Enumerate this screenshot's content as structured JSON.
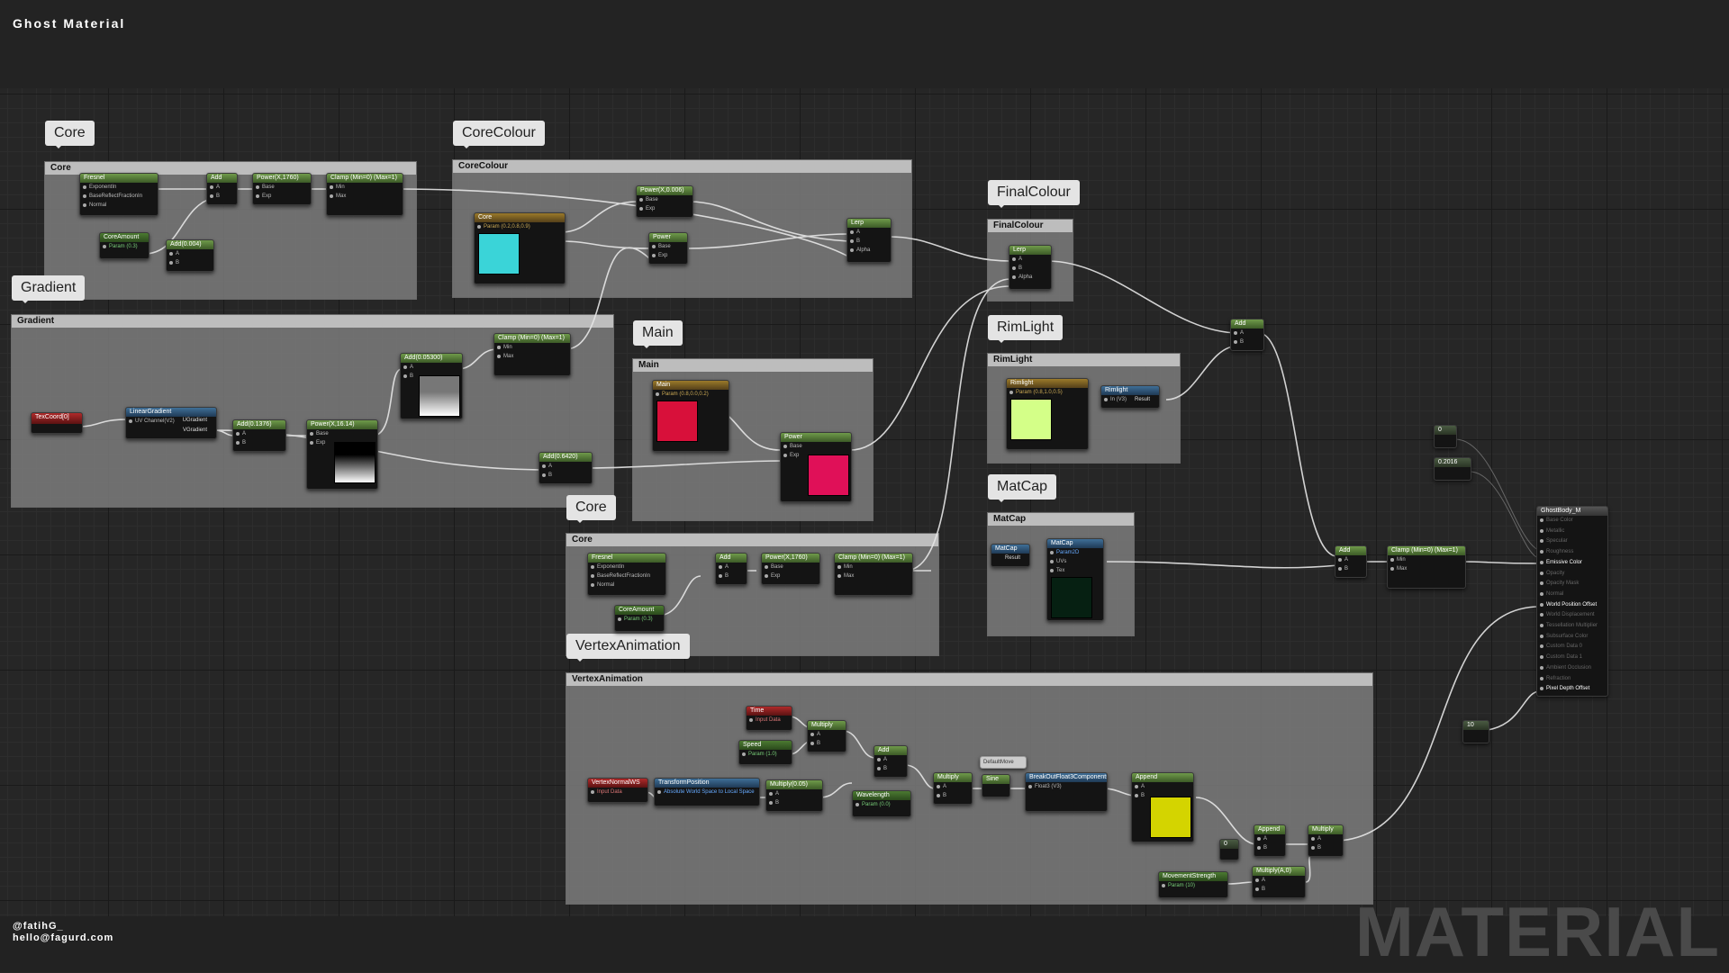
{
  "header": {
    "title": "Ghost Material"
  },
  "footer": {
    "handle": "@fatihG_",
    "email": "hello@fagurd.com"
  },
  "watermark": "MATERIAL",
  "comments": {
    "core1": {
      "bubble": "Core",
      "head": "Core"
    },
    "corecolour": {
      "bubble": "CoreColour",
      "head": "CoreColour"
    },
    "finalcolour": {
      "bubble": "FinalColour",
      "head": "FinalColour"
    },
    "gradient": {
      "bubble": "Gradient",
      "head": "Gradient"
    },
    "main": {
      "bubble": "Main",
      "head": "Main"
    },
    "rimlight": {
      "bubble": "RimLight",
      "head": "RimLight"
    },
    "matcap": {
      "bubble": "MatCap",
      "head": "MatCap"
    },
    "core2": {
      "bubble": "Core",
      "head": "Core"
    },
    "vertex": {
      "bubble": "VertexAnimation",
      "head": "VertexAnimation"
    }
  },
  "nodes": {
    "fresnel1": {
      "title": "Fresnel",
      "pins": [
        "ExponentIn",
        "BaseReflectFractionIn",
        "Normal"
      ]
    },
    "add1": {
      "title": "Add",
      "pins": [
        "A",
        "B"
      ]
    },
    "power1": {
      "title": "Power(X,1760)",
      "pins": [
        "Base",
        "Exp"
      ]
    },
    "clamp1": {
      "title": "Clamp (Min=0) (Max=1)",
      "pins": [
        "",
        "Min",
        "Max"
      ]
    },
    "coreamount1": {
      "title": "CoreAmount",
      "sub": "Param (0.3)"
    },
    "add_004": {
      "title": "Add(0.004)",
      "pins": [
        "A",
        "B"
      ]
    },
    "core_vec": {
      "title": "Core",
      "sub": "Param (0.2,0.8,0.9)"
    },
    "power_0006": {
      "title": "Power(X,0.006)",
      "pins": [
        "Base",
        "Exp"
      ]
    },
    "power2": {
      "title": "Power",
      "pins": [
        "Base",
        "Exp"
      ]
    },
    "lerp1": {
      "title": "Lerp",
      "pins": [
        "A",
        "B",
        "Alpha"
      ]
    },
    "lerp2": {
      "title": "Lerp",
      "pins": [
        "A",
        "B",
        "Alpha"
      ]
    },
    "texcoord": {
      "title": "TexCoord[0]"
    },
    "lineargradient": {
      "title": "LinearGradient",
      "pins": [
        "UV Channel(V2)"
      ],
      "outs": [
        "UGradient",
        "VGradient"
      ]
    },
    "add_1376": {
      "title": "Add(0.1376)",
      "pins": [
        "A",
        "B"
      ]
    },
    "power_1614": {
      "title": "Power(X,16.14)",
      "pins": [
        "Base",
        "Exp"
      ]
    },
    "add_05300": {
      "title": "Add(0.05300)",
      "pins": [
        "A",
        "B"
      ]
    },
    "clamp2": {
      "title": "Clamp (Min=0) (Max=1)",
      "pins": [
        "",
        "Min",
        "Max"
      ]
    },
    "add_0_6420": {
      "title": "Add(0.6420)",
      "pins": [
        "A",
        "B"
      ]
    },
    "main_vec": {
      "title": "Main",
      "sub": "Param (0.8,0.0,0.2)"
    },
    "power3": {
      "title": "Power",
      "pins": [
        "Base",
        "Exp"
      ]
    },
    "rimlight_vec": {
      "title": "Rimlight",
      "sub": "Param (0.8,1.0,0.5)"
    },
    "rimlight_fn": {
      "title": "Rimlight",
      "pins": [
        "In (V3)"
      ],
      "outs": [
        "Result"
      ]
    },
    "matcap_fn": {
      "title": "MatCap",
      "outs": [
        "Result"
      ]
    },
    "matcap_tex": {
      "title": "MatCap",
      "sub": "Param2D",
      "pins": [
        "UVs",
        "Tex"
      ]
    },
    "add_final": {
      "title": "Add",
      "pins": [
        "A",
        "B"
      ]
    },
    "add_mid": {
      "title": "Add",
      "pins": [
        "A",
        "B"
      ]
    },
    "clamp3": {
      "title": "Clamp (Min=0) (Max=1)",
      "pins": [
        "",
        "Min",
        "Max"
      ]
    },
    "const0": {
      "title": "0"
    },
    "const_0_2016": {
      "title": "0.2016"
    },
    "const10": {
      "title": "10"
    },
    "fresnel2": {
      "title": "Fresnel",
      "pins": [
        "ExponentIn",
        "BaseReflectFractionIn",
        "Normal"
      ]
    },
    "add2": {
      "title": "Add",
      "pins": [
        "A",
        "B"
      ]
    },
    "power4": {
      "title": "Power(X,1760)",
      "pins": [
        "Base",
        "Exp"
      ]
    },
    "clamp4": {
      "title": "Clamp (Min=0) (Max=1)",
      "pins": [
        "",
        "Min",
        "Max"
      ]
    },
    "coreamount2": {
      "title": "CoreAmount",
      "sub": "Param (0.3)"
    },
    "time": {
      "title": "Time",
      "sub": "Input Data"
    },
    "speed": {
      "title": "Speed",
      "sub": "Param (1.0)"
    },
    "multiply1": {
      "title": "Multiply",
      "pins": [
        "A",
        "B"
      ]
    },
    "add3": {
      "title": "Add",
      "pins": [
        "A",
        "B"
      ]
    },
    "vertexnormal": {
      "title": "VertexNormalWS",
      "sub": "Input Data"
    },
    "transform": {
      "title": "TransformPosition",
      "sub": "Absolute World Space to Local Space"
    },
    "multiply_005": {
      "title": "Multiply(0.05)",
      "pins": [
        "A",
        "B"
      ]
    },
    "wavelength": {
      "title": "Wavelength",
      "sub": "Param (0.0)"
    },
    "multiply2": {
      "title": "Multiply",
      "pins": [
        "A",
        "B"
      ]
    },
    "sine": {
      "title": "Sine"
    },
    "defaultmove": {
      "title": "DefaultMove"
    },
    "breakout": {
      "title": "BreakOutFloat3Components",
      "pins": [
        "Float3 (V3)"
      ]
    },
    "append1": {
      "title": "Append",
      "pins": [
        "A",
        "B"
      ]
    },
    "append2": {
      "title": "Append",
      "pins": [
        "A",
        "B"
      ]
    },
    "multiply3": {
      "title": "Multiply",
      "pins": [
        "A",
        "B"
      ]
    },
    "const0b": {
      "title": "0"
    },
    "multiply_a0": {
      "title": "Multiply(A,0)",
      "pins": [
        "A",
        "B"
      ]
    },
    "movement": {
      "title": "MovementStrength",
      "sub": "Param (10)"
    }
  },
  "result_node": {
    "title": "GhostBody_M",
    "pins": [
      "Base Color",
      "Metallic",
      "Specular",
      "Roughness",
      "Emissive Color",
      "Opacity",
      "Opacity Mask",
      "Normal",
      "World Position Offset",
      "World Displacement",
      "Tessellation Multiplier",
      "Subsurface Color",
      "Custom Data 0",
      "Custom Data 1",
      "Ambient Occlusion",
      "Refraction",
      "Pixel Depth Offset"
    ],
    "active": [
      4,
      8,
      16
    ]
  },
  "colors": {
    "core": "#3ad4d8",
    "main": "#d8103a",
    "main_pow": "#e01058",
    "rimlight": "#d4ff88",
    "matcap": "#062012",
    "append": "#d4d400"
  }
}
